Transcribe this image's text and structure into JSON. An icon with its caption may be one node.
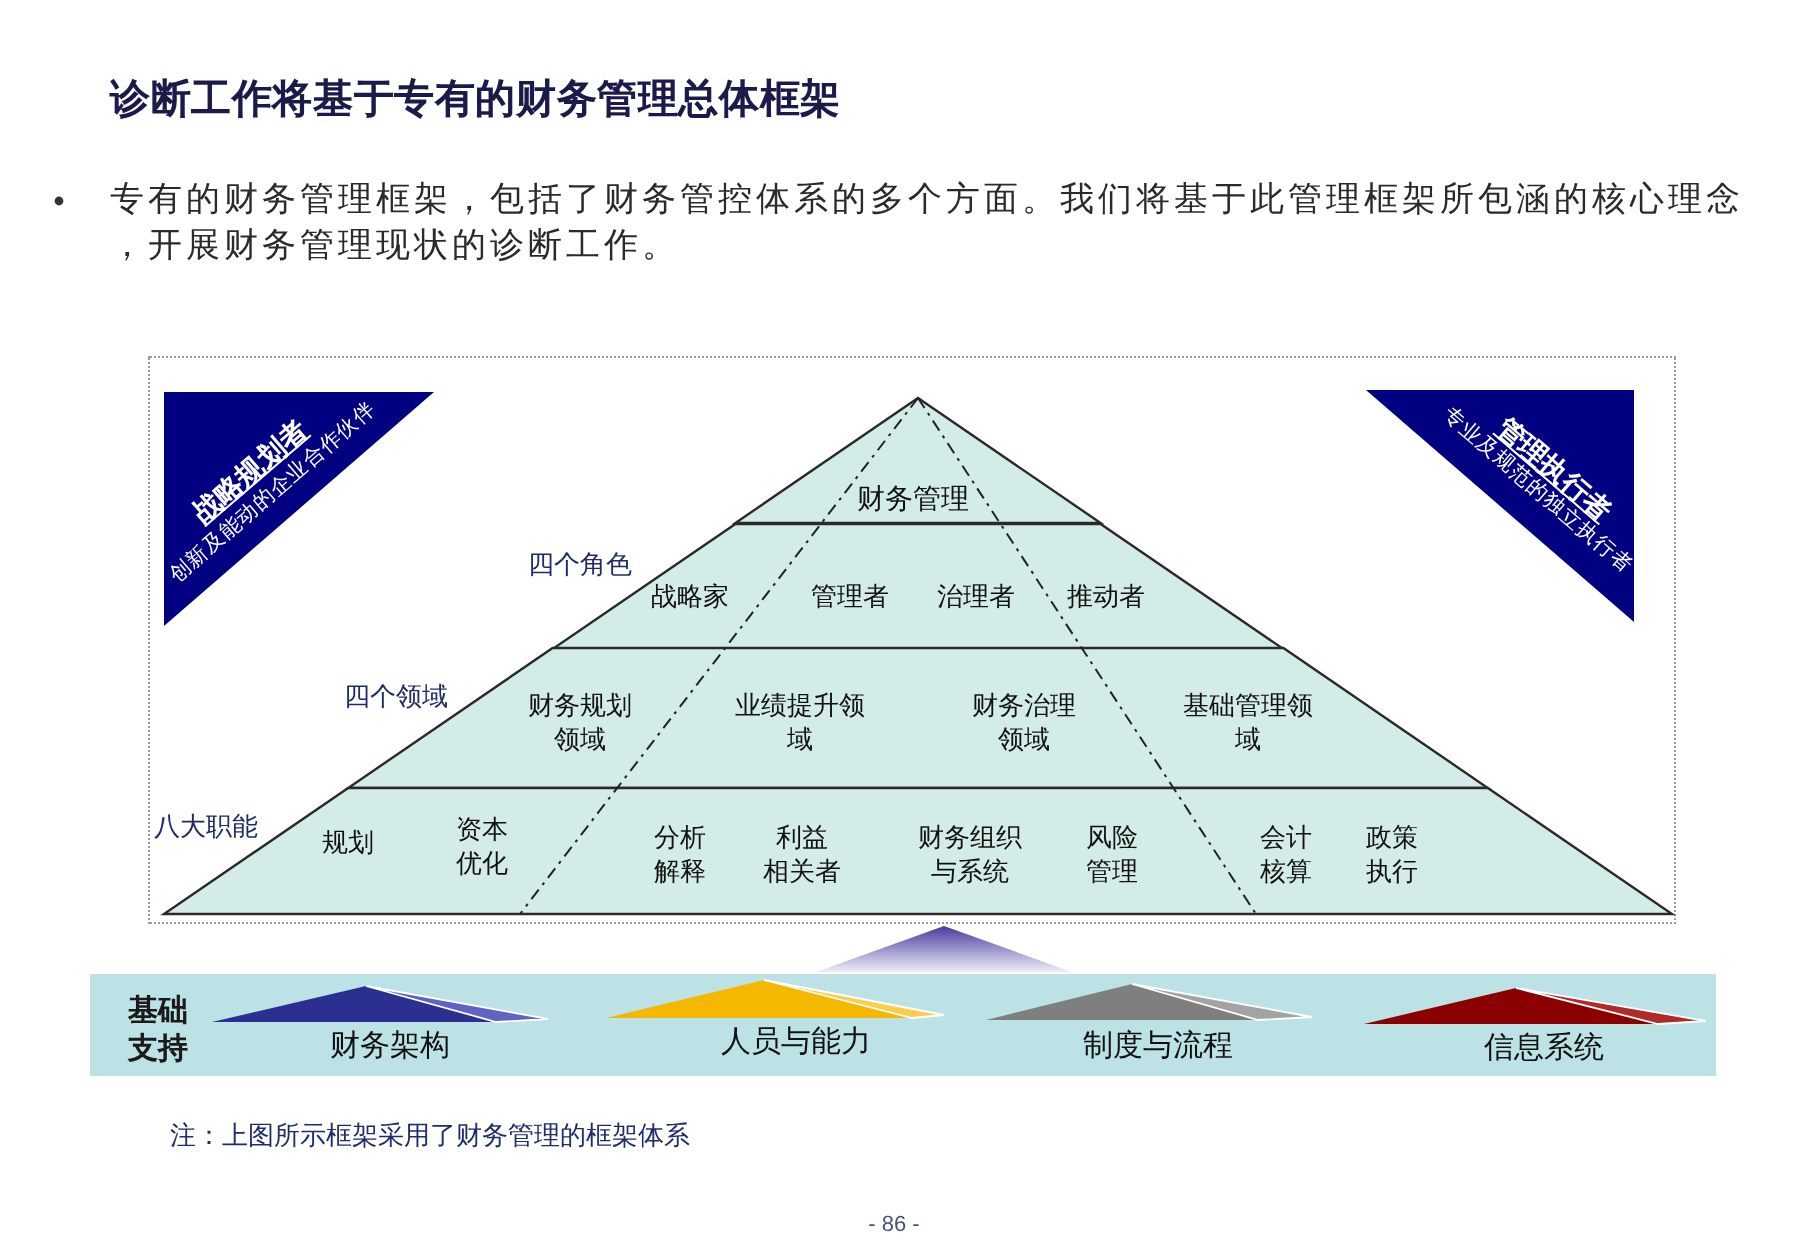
{
  "diagram": {
    "title": "诊断工作将基于专有的财务管理总体框架",
    "nodes": [
      {
        "text": [
          "战略规划者",
          "创新及能动的企业合作伙伴"
        ]
      },
      {
        "text": [
          "管理执行者",
          "专业及规范的独立执行者"
        ]
      },
      {
        "text": [
          "财务管理"
        ]
      },
      {
        "text": [
          "四个角色",
          "战略家",
          "管理者",
          "治理者",
          "推动者"
        ]
      },
      {
        "text": [
          "四个领域",
          "财务规划领域",
          "业绩提升领域",
          "财务治理领域",
          "基础管理领域"
        ]
      },
      {
        "text": [
          "八大职能",
          "规划",
          "资本优化",
          "分析解释",
          "利益相关者",
          "财务组织与系统",
          "风险管理",
          "会计核算",
          "政策执行"
        ]
      },
      {
        "text": [],
        "shape": "triangle"
      },
      {
        "text": [
          "基础支持"
        ]
      },
      {
        "text": [
          "财务架构"
        ],
        "in": 7
      },
      {
        "text": [
          "人员与能力"
        ],
        "in": 7
      },
      {
        "text": [
          "制度与流程"
        ],
        "in": 7
      },
      {
        "text": [
          "信息系统"
        ],
        "in": 7
      }
    ],
    "labels": [
      "专有的财务管理框架，包括了财务管控体系的多个方面。我们将基于此管理框架所包涵的核心理念，开展财务管理现状的诊断工作。",
      "注：上图所示框架采用了财务管理的框架体系",
      "- 86 -"
    ]
  }
}
